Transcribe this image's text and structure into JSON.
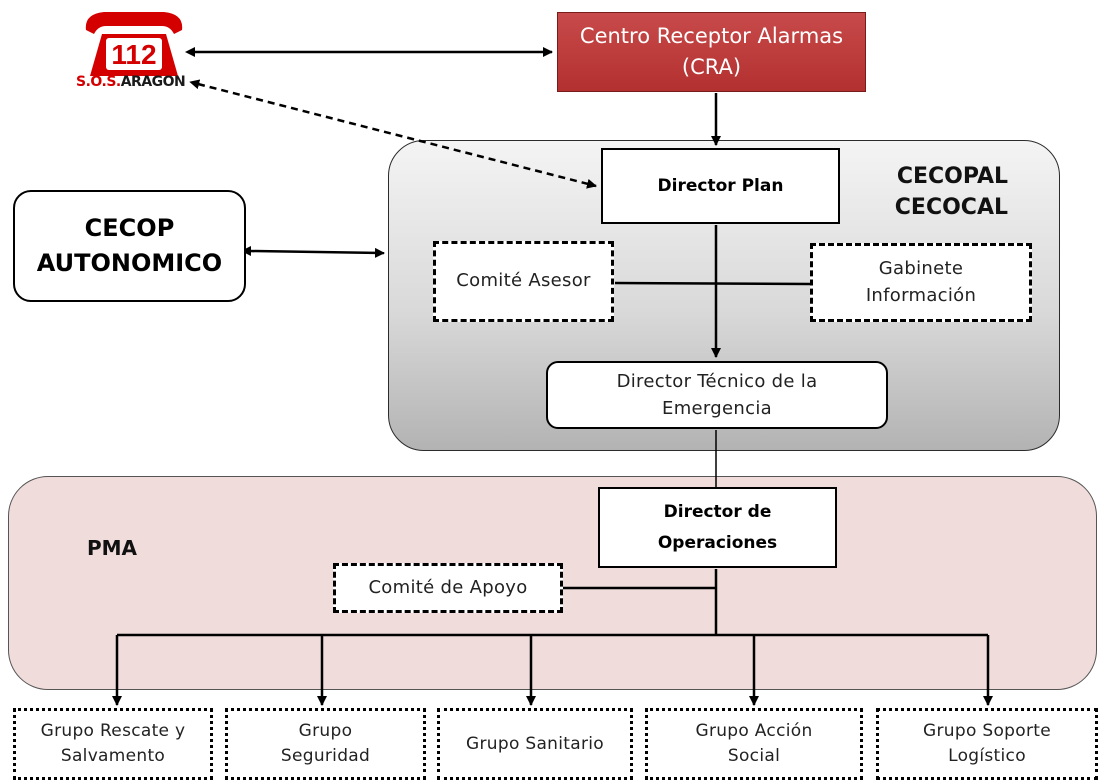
{
  "logo": {
    "number": "112",
    "text_sos": "S.O.S.",
    "text_region": "ARAGON"
  },
  "cra": {
    "line1": "Centro Receptor Alarmas",
    "line2": "(CRA)"
  },
  "cecopal": {
    "line1": "CECOPAL",
    "line2": "CECOCAL"
  },
  "cecop": {
    "line1": "CECOP",
    "line2": "AUTONOMICO"
  },
  "director_plan": "Director Plan",
  "comite_asesor": "Comité Asesor",
  "gabinete": {
    "line1": "Gabinete",
    "line2": "Información"
  },
  "director_tecnico": {
    "line1": "Director Técnico de la",
    "line2": "Emergencia"
  },
  "pma": "PMA",
  "director_operaciones": {
    "line1": "Director de",
    "line2": "Operaciones"
  },
  "comite_apoyo": "Comité de Apoyo",
  "groups": [
    {
      "line1": "Grupo Rescate y",
      "line2": "Salvamento"
    },
    {
      "line1": "Grupo",
      "line2": "Seguridad"
    },
    {
      "line1": "Grupo Sanitario",
      "line2": ""
    },
    {
      "line1": "Grupo Acción",
      "line2": "Social"
    },
    {
      "line1": "Grupo Soporte",
      "line2": "Logístico"
    }
  ],
  "colors": {
    "cra_fill": "#b83636",
    "logo_red": "#d40000",
    "cecopal_fill": "#d9d9d9",
    "pma_fill": "#f1dcdc"
  }
}
